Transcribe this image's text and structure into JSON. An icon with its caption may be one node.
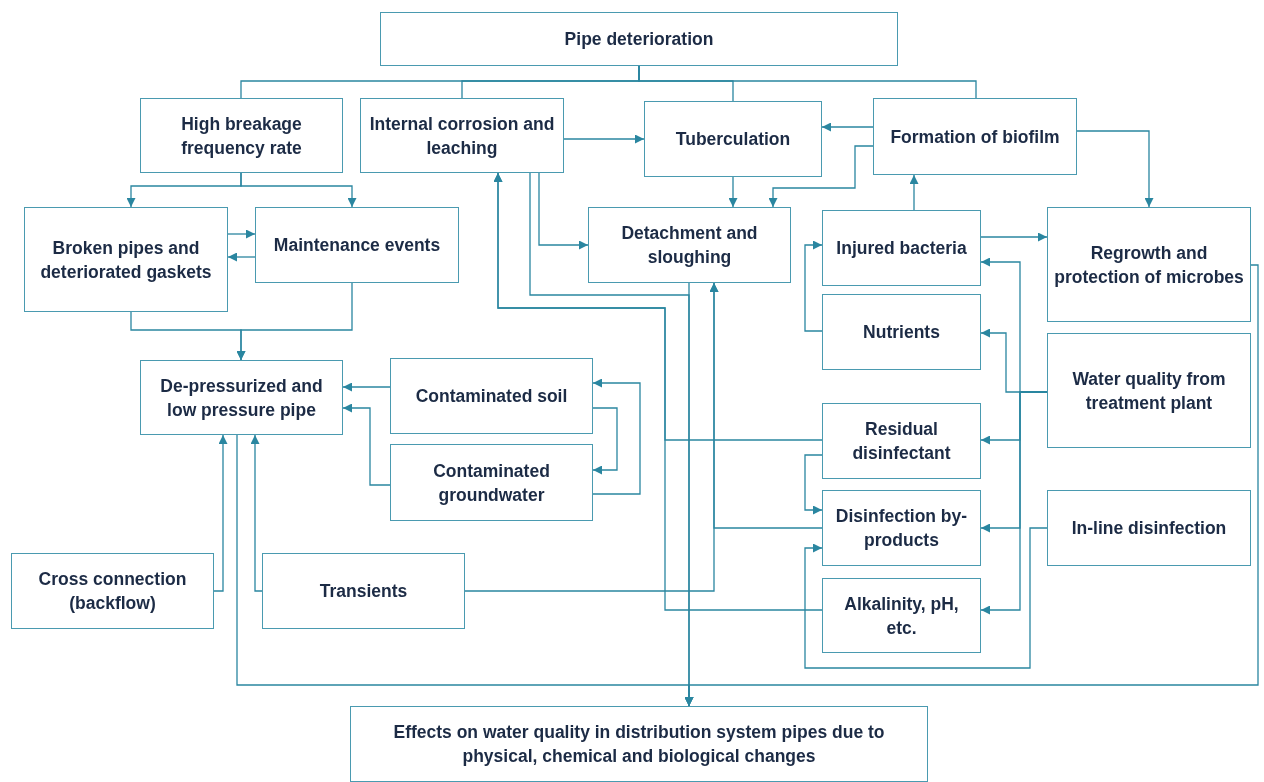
{
  "diagram": {
    "nodes": [
      {
        "text": [
          "Pipe deterioration"
        ]
      },
      {
        "text": [
          "High breakage frequency rate"
        ]
      },
      {
        "text": [
          "Internal corrosion and leaching"
        ]
      },
      {
        "text": [
          "Tuberculation"
        ]
      },
      {
        "text": [
          "Formation of biofilm"
        ]
      },
      {
        "text": [
          "Broken pipes and deteriorated gaskets"
        ]
      },
      {
        "text": [
          "Maintenance events"
        ]
      },
      {
        "text": [
          "Detachment and sloughing"
        ]
      },
      {
        "text": [
          "Injured bacteria"
        ]
      },
      {
        "text": [
          "Regrowth and protection of microbes"
        ]
      },
      {
        "text": [
          "Nutrients"
        ]
      },
      {
        "text": [
          "De-pressurized and low pressure pipe"
        ]
      },
      {
        "text": [
          "Contaminated soil"
        ]
      },
      {
        "text": [
          "Water quality from treatment plant"
        ]
      },
      {
        "text": [
          "Residual disinfectant"
        ]
      },
      {
        "text": [
          "Contaminated groundwater"
        ]
      },
      {
        "text": [
          "Disinfection by-products"
        ]
      },
      {
        "text": [
          "In-line disinfection"
        ]
      },
      {
        "text": [
          "Cross connection (backflow)"
        ]
      },
      {
        "text": [
          "Transients"
        ]
      },
      {
        "text": [
          "Alkalinity, pH, etc."
        ]
      },
      {
        "text": [
          "Effects on water quality in distribution system pipes due to physical, chemical and biological changes"
        ]
      }
    ],
    "edges": [
      {
        "from": 0,
        "to": 1,
        "arrow": "none"
      },
      {
        "from": 0,
        "to": 2,
        "arrow": "none"
      },
      {
        "from": 0,
        "to": 3,
        "arrow": "none"
      },
      {
        "from": 0,
        "to": 4,
        "arrow": "none"
      },
      {
        "from": 1,
        "to": 5,
        "arrow": "to"
      },
      {
        "from": 1,
        "to": 6,
        "arrow": "to"
      },
      {
        "from": 2,
        "to": 3,
        "arrow": "to"
      },
      {
        "from": 4,
        "to": 3,
        "arrow": "to"
      },
      {
        "from": 5,
        "to": 6,
        "arrow": "to"
      },
      {
        "from": 6,
        "to": 5,
        "arrow": "to"
      },
      {
        "from": 3,
        "to": 7,
        "arrow": "to"
      },
      {
        "from": 4,
        "to": 7,
        "arrow": "to"
      },
      {
        "from": 2,
        "to": 7,
        "arrow": "to"
      },
      {
        "from": 8,
        "to": 4,
        "arrow": "to"
      },
      {
        "from": 8,
        "to": 9,
        "arrow": "to"
      },
      {
        "from": 4,
        "to": 9,
        "arrow": "to"
      },
      {
        "from": 5,
        "to": 11,
        "arrow": "to"
      },
      {
        "from": 6,
        "to": 11,
        "arrow": "to"
      },
      {
        "from": 2,
        "to": 21,
        "arrow": "to"
      },
      {
        "from": 10,
        "to": 8,
        "arrow": "to"
      },
      {
        "from": 12,
        "to": 11,
        "arrow": "to"
      },
      {
        "from": 15,
        "to": 11,
        "arrow": "to"
      },
      {
        "from": 12,
        "to": 15,
        "arrow": "to"
      },
      {
        "from": 15,
        "to": 12,
        "arrow": "to"
      },
      {
        "from": 13,
        "to": 10,
        "arrow": "to"
      },
      {
        "from": 13,
        "to": 8,
        "arrow": "to"
      },
      {
        "from": 13,
        "to": 14,
        "arrow": "to"
      },
      {
        "from": 13,
        "to": 16,
        "arrow": "to"
      },
      {
        "from": 13,
        "to": 20,
        "arrow": "to"
      },
      {
        "from": 14,
        "to": 2,
        "arrow": "to"
      },
      {
        "from": 20,
        "to": 2,
        "arrow": "to"
      },
      {
        "from": 14,
        "to": 16,
        "arrow": "to"
      },
      {
        "from": 17,
        "to": 16,
        "arrow": "to"
      },
      {
        "from": 16,
        "to": 7,
        "arrow": "to"
      },
      {
        "from": 19,
        "to": 7,
        "arrow": "to"
      },
      {
        "from": 18,
        "to": 11,
        "arrow": "to"
      },
      {
        "from": 19,
        "to": 11,
        "arrow": "to"
      },
      {
        "from": 7,
        "to": 21,
        "arrow": "to"
      },
      {
        "from": 11,
        "to": 21,
        "arrow": "to"
      },
      {
        "from": 9,
        "to": 21,
        "arrow": "to"
      }
    ]
  }
}
